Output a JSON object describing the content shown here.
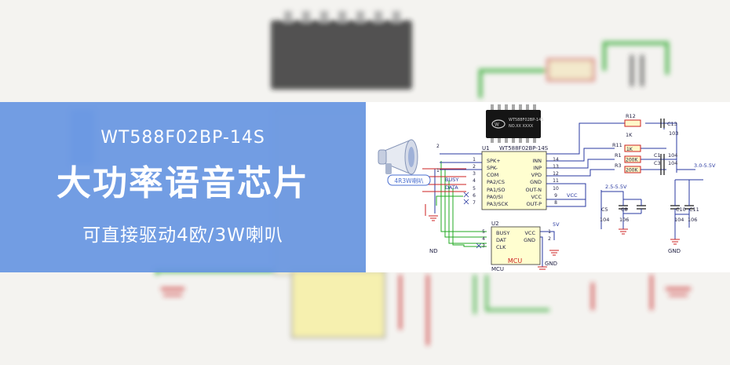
{
  "banner": {
    "model": "WT588F02BP-14S",
    "title": "大功率语音芯片",
    "subtitle": "可直接驱动4欧/3W喇叭"
  },
  "schematic": {
    "chip_marking": [
      "WT588F02BP-14S",
      "NO.XX XXXX"
    ],
    "u1": {
      "ref": "U1",
      "name": "WT588F02BP-14S",
      "left_pins": [
        {
          "num": "1",
          "name": "SPK+"
        },
        {
          "num": "2",
          "name": "SPK-"
        },
        {
          "num": "3",
          "name": "COM"
        },
        {
          "num": "4",
          "name": "PA2/CS"
        },
        {
          "num": "5",
          "name": "PA1/SO"
        },
        {
          "num": "6",
          "name": "PA0/SI"
        },
        {
          "num": "7",
          "name": "PA3/SCK"
        }
      ],
      "right_pins": [
        {
          "num": "14",
          "name": "INN"
        },
        {
          "num": "13",
          "name": "INP"
        },
        {
          "num": "12",
          "name": "VPD"
        },
        {
          "num": "11",
          "name": "GND"
        },
        {
          "num": "10",
          "name": "OUT-N"
        },
        {
          "num": "9",
          "name": "VCC"
        },
        {
          "num": "8",
          "name": "OUT-P"
        }
      ]
    },
    "u2": {
      "ref": "U2",
      "body_label": "MCU",
      "bottom_label": "MCU",
      "left_pins": [
        {
          "num": "5",
          "name": "BUSY"
        },
        {
          "num": "4",
          "name": "DAT"
        },
        {
          "num": "3",
          "name": "CLK"
        }
      ],
      "right_pins": [
        {
          "num": "1",
          "name": "VCC"
        },
        {
          "num": "2",
          "name": "GND"
        }
      ]
    },
    "nets": {
      "busy": "BUSY",
      "data": "DATA",
      "vcc": "VCC",
      "v5": "5V",
      "v25": "2.5-5.5V",
      "v30": "3.0-5.5V",
      "gnd": "GND",
      "nd": "ND",
      "speaker_pin2": "2",
      "speaker_pin1": "1"
    },
    "speaker_label": "4R3W喇叭",
    "components": {
      "r12": "R12",
      "r12_val": "1K",
      "c13": "C13",
      "c13_val": "103",
      "r11": "R11",
      "r11_val": "1K",
      "r1": "R1",
      "r1_val": "200K",
      "r3": "R3",
      "r3_val": "200K",
      "c1": "C1",
      "c1_val": "104",
      "c3": "C3",
      "c3_val": "104",
      "c5": "C5",
      "c5_val": "104",
      "c8": "C8",
      "c8_val": "106",
      "c10": "C10",
      "c10_val": "104",
      "c11": "C11",
      "c11_val": "106"
    }
  },
  "colors": {
    "banner": "#6796e2",
    "wire_green": "#22aa22",
    "wire_red": "#cc2222",
    "wire_blue": "#2a3aa0",
    "chip_fill": "#fffed0",
    "resistor_fill": "#fff8c8",
    "text_dark": "#222244",
    "label_blue": "#2a3aa0",
    "speaker_label": "#4a6fd0",
    "chip_body": "#151515"
  }
}
